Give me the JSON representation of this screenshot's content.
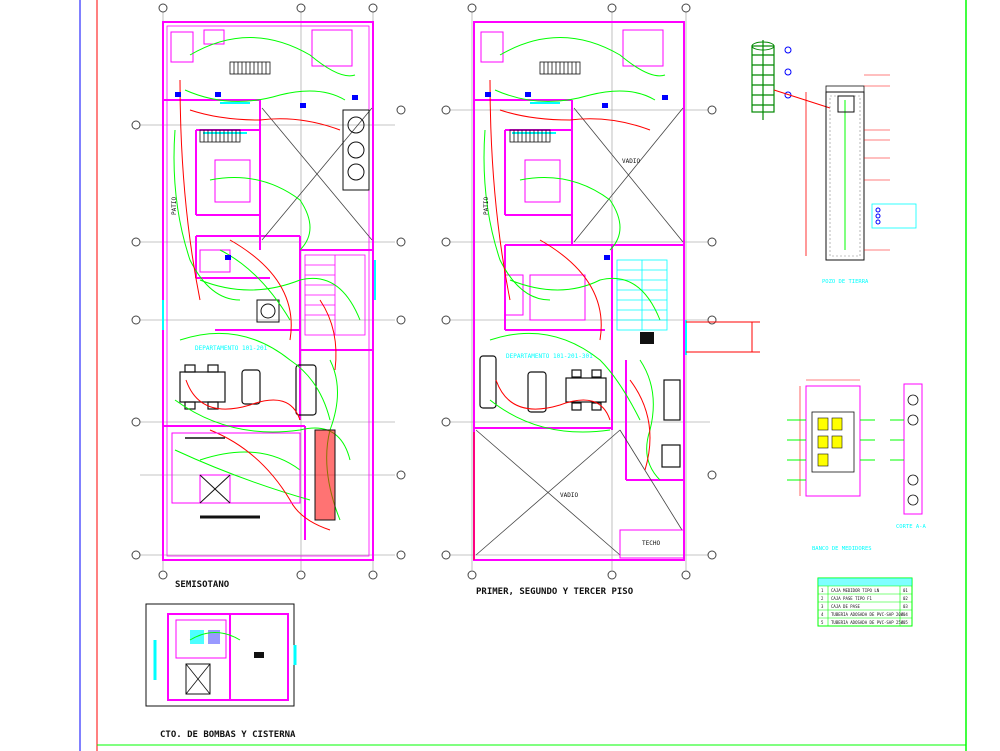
{
  "colors": {
    "background": "#ffffff",
    "wall": "#ff00ff",
    "circuit": "#00ff00",
    "red": "#ff0000",
    "blue": "#0000ff",
    "cyan": "#00ffff",
    "dark": "#111111",
    "green_dark": "#008800",
    "yellow": "#ffff00",
    "grid": "#b0b0b0"
  },
  "sheet": {
    "plan_semisotano_title": "SEMISOTANO",
    "plan_pisos_title": "PRIMER, SEGUNDO Y TERCER PISO",
    "plan_cisterna_title": "CTO. DE BOMBAS Y CISTERNA",
    "apartment_label_1": "DEPARTAMENTO 101-201",
    "apartment_label_2": "DEPARTAMENTO 101-201-301",
    "vadio_label_1": "VADIO",
    "vadio_label_2": "VADIO",
    "techo_label": "TECHO",
    "patio_label_1": "PATIO",
    "patio_label_2": "PATIO"
  },
  "details": {
    "pozo_title": "POZO DE TIERRA",
    "banco_title": "BANCO DE MEDIDORES",
    "corte_title": "CORTE A-A"
  },
  "legend": {
    "rows": [
      {
        "symbol": "1",
        "description": "CAJA MEDIDOR TIPO LN",
        "code": "01"
      },
      {
        "symbol": "2",
        "description": "CAJA PASE TIPO F1",
        "code": "02"
      },
      {
        "symbol": "3",
        "description": "CAJA DE PASE",
        "code": "03"
      },
      {
        "symbol": "4",
        "description": "TUBERIA ADOSADA DE PVC-SAP 20Ø",
        "code": "04"
      },
      {
        "symbol": "5",
        "description": "TUBERIA ADOSADA DE PVC-SAP 25Ø",
        "code": "05"
      }
    ]
  }
}
